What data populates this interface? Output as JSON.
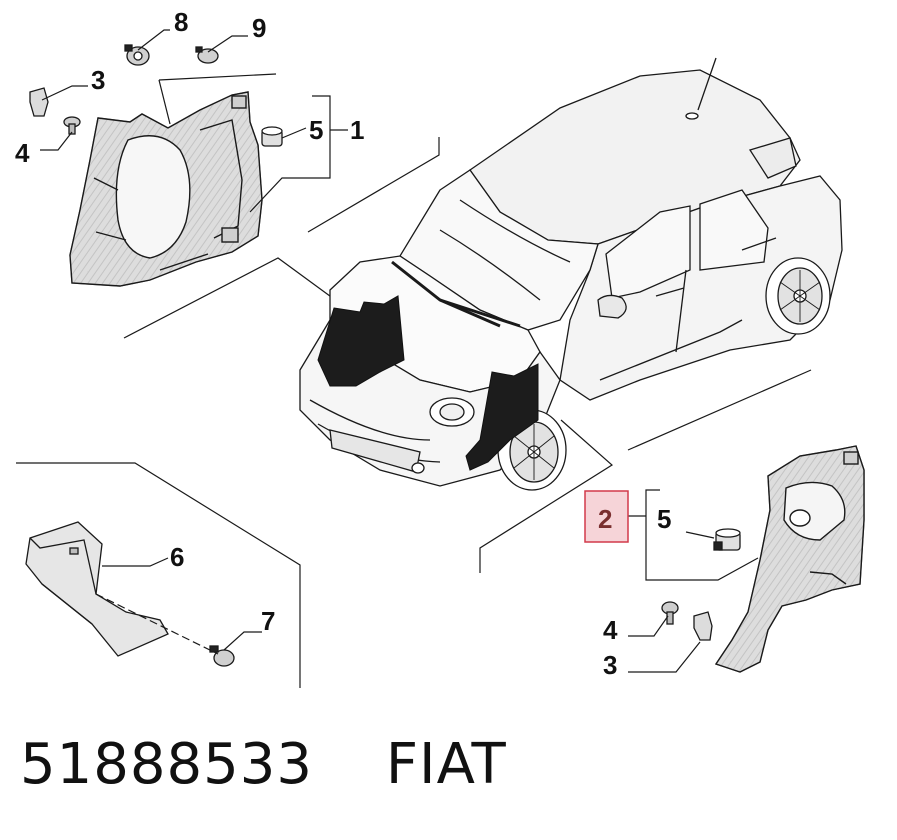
{
  "callouts": {
    "c1": "1",
    "c2": "2",
    "c3a": "3",
    "c3b": "3",
    "c4a": "4",
    "c4b": "4",
    "c5a": "5",
    "c5b": "5",
    "c6": "6",
    "c7": "7",
    "c8": "8",
    "c9": "9"
  },
  "caption": {
    "part_number": "51888533",
    "brand": "FIAT"
  },
  "colors": {
    "highlight_fill": "#f6d4d8",
    "highlight_border": "#d23a4a",
    "line": "#1a1a1a"
  }
}
